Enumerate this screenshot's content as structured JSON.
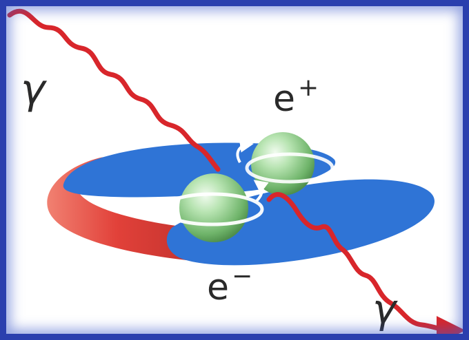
{
  "labels": {
    "gamma_in": "γ",
    "gamma_out": "γ",
    "positron_base": "e",
    "positron_charge": "+",
    "electron_base": "e",
    "electron_charge": "−"
  },
  "colors": {
    "frame": "#2a3fae",
    "photon": "#d8262b",
    "orbit_plane": "#2f74d6",
    "orbit_rim": "#e2403a",
    "particle": "#8fcf8a"
  }
}
